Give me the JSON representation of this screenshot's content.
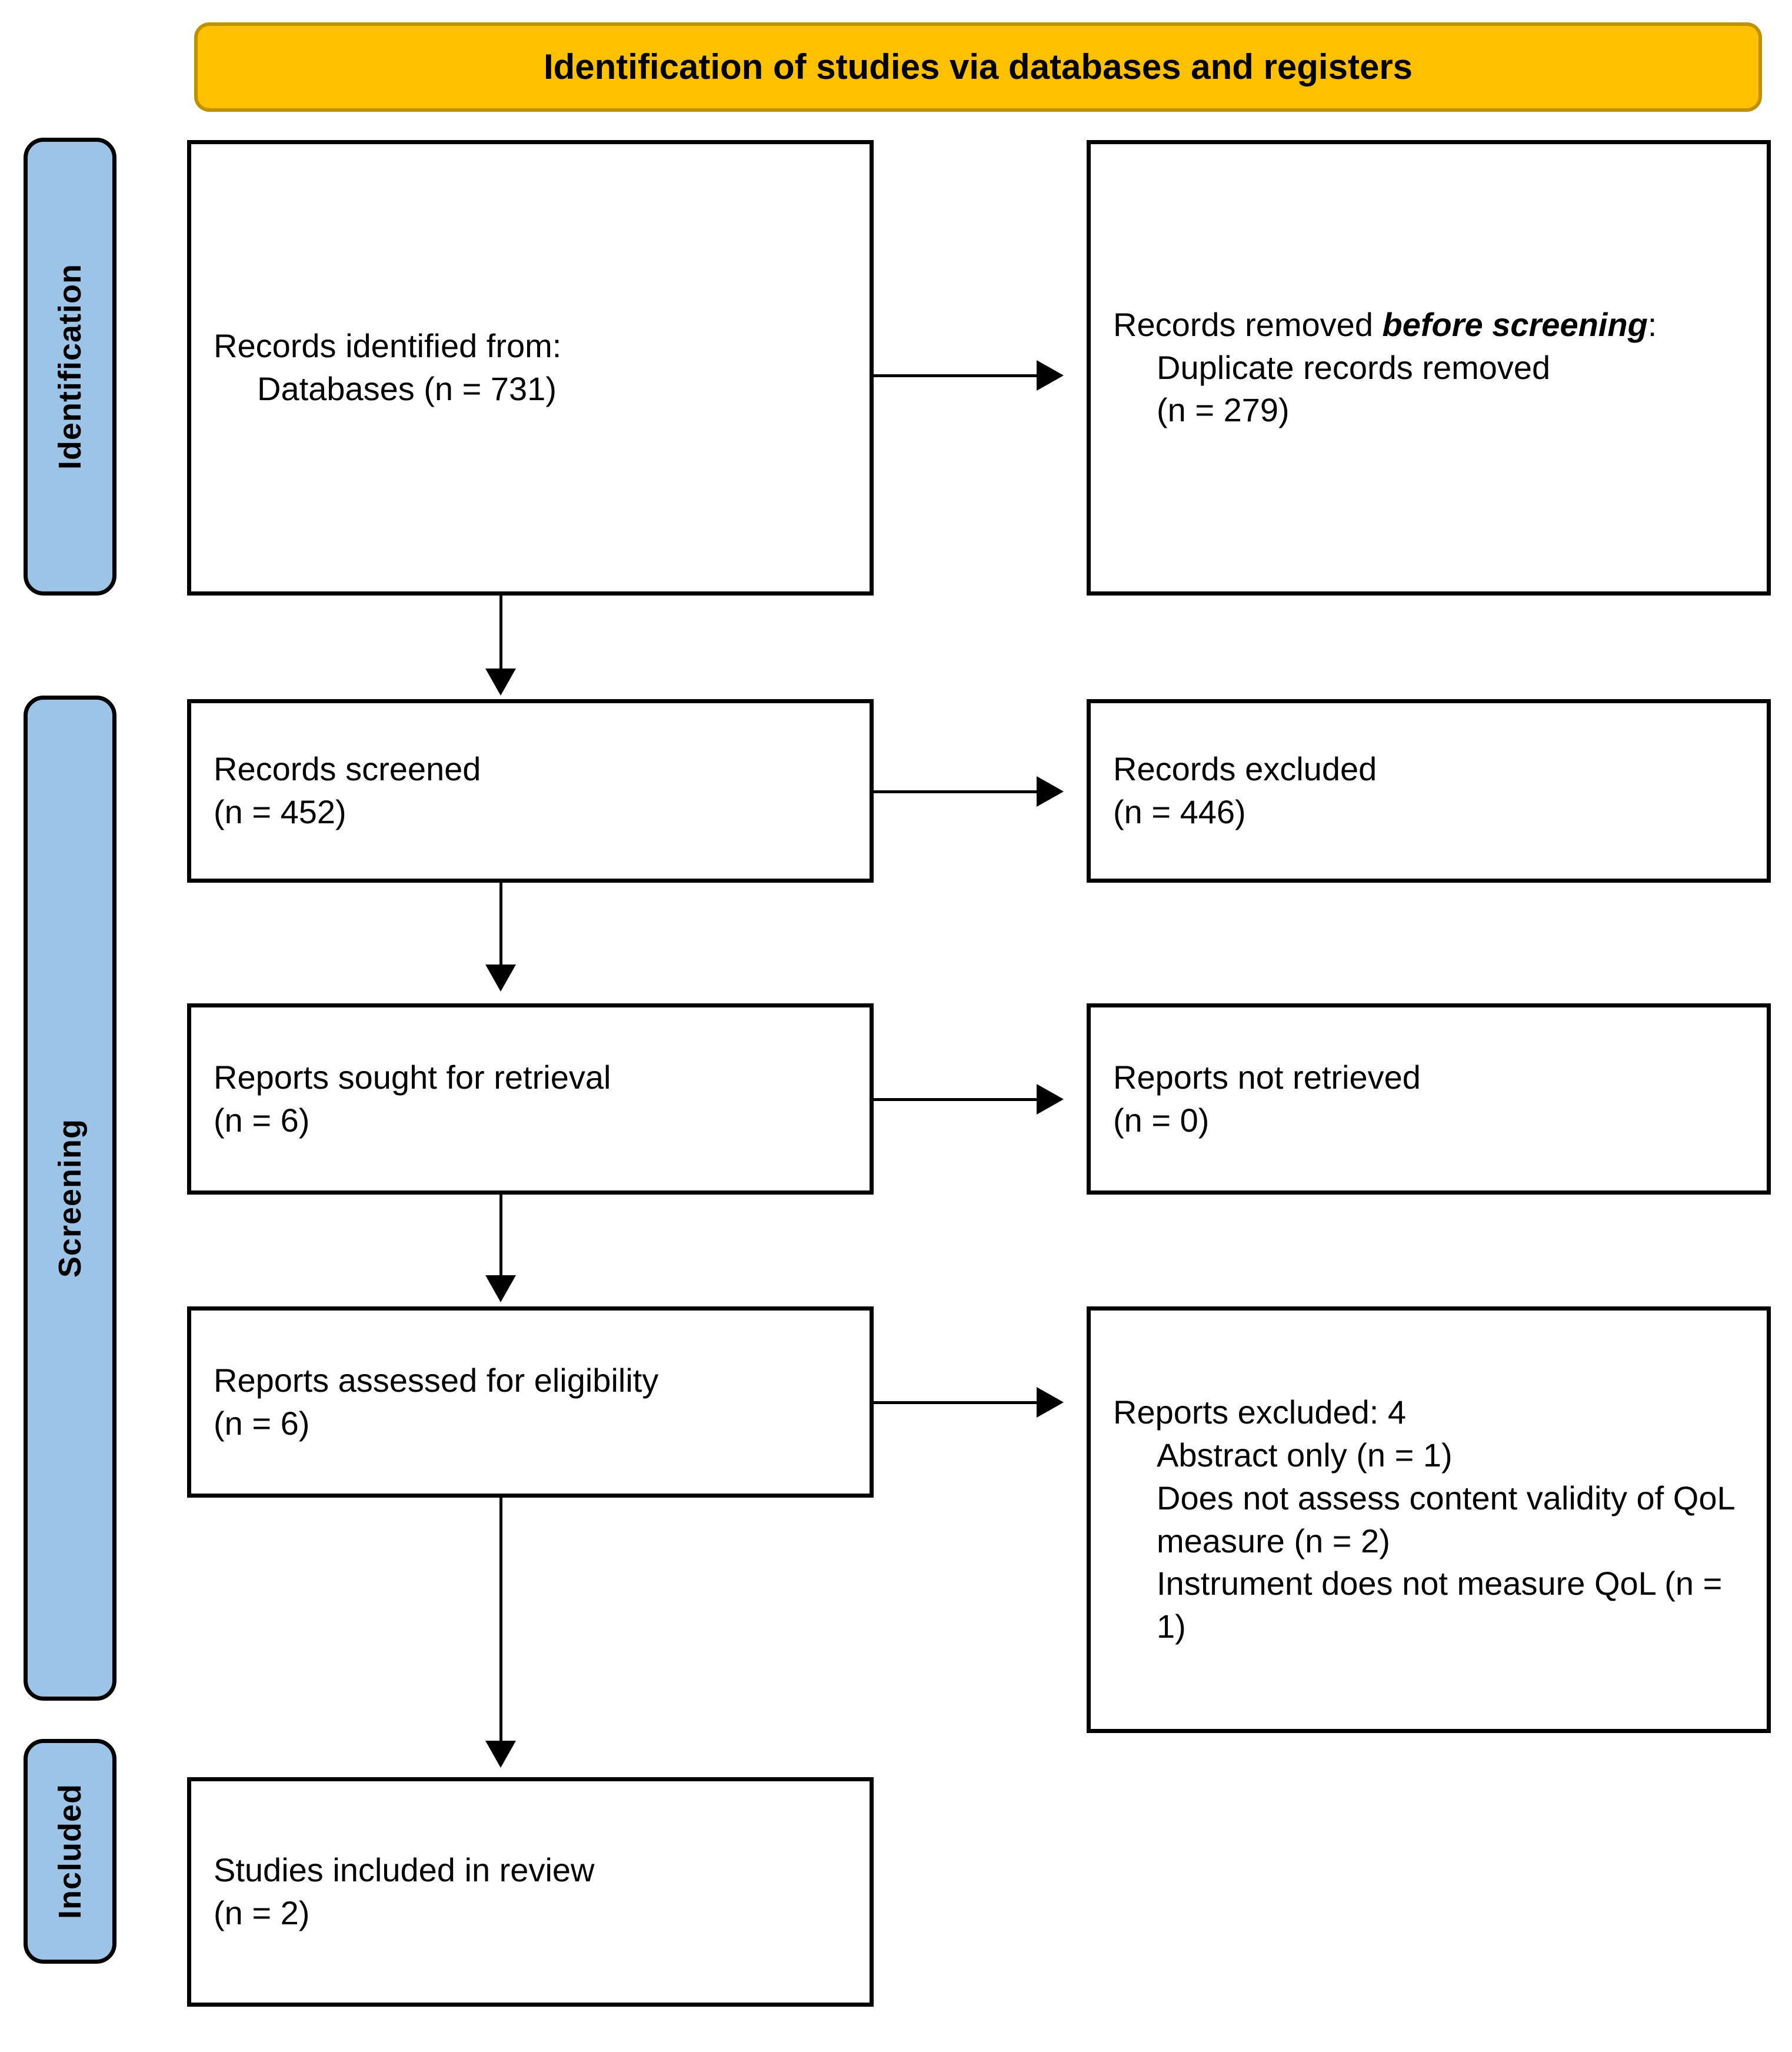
{
  "header": {
    "title": "Identification of studies via databases and registers",
    "fill_color": "#FFC000",
    "border_color": "#BF9000"
  },
  "stages": {
    "identification": "Identification",
    "screening": "Screening",
    "included": "Included",
    "fill_color": "#9DC3E6"
  },
  "boxes": {
    "records_identified": {
      "line1": "Records identified from:",
      "line2": "Databases (n = 731)"
    },
    "records_removed": {
      "line1_a": "Records removed ",
      "line1_b": "before screening",
      "line1_c": ":",
      "line2": "Duplicate records removed",
      "line3": "(n = 279)"
    },
    "records_screened": {
      "line1": "Records screened",
      "line2": "(n = 452)"
    },
    "records_excluded": {
      "line1": "Records excluded",
      "line2": "(n = 446)"
    },
    "reports_sought": {
      "line1": "Reports sought for retrieval",
      "line2": "(n = 6)"
    },
    "reports_not_retrieved": {
      "line1": "Reports not retrieved",
      "line2": "(n = 0)"
    },
    "reports_assessed": {
      "line1": "Reports assessed for eligibility",
      "line2": "(n = 6)"
    },
    "reports_excluded": {
      "line1": "Reports excluded: 4",
      "line2": "Abstract only (n = 1)",
      "line3": "Does not assess content validity of QoL measure (n = 2)",
      "line4": "Instrument does not measure QoL (n = 1)"
    },
    "studies_included": {
      "line1": "Studies included in review",
      "line2": "(n = 2)"
    }
  },
  "chart_data": {
    "type": "diagram",
    "title": "Identification of studies via databases and registers",
    "nodes": [
      {
        "id": "records_identified",
        "stage": "Identification",
        "column": "left",
        "label": "Records identified from: Databases",
        "n": 731
      },
      {
        "id": "records_removed",
        "stage": "Identification",
        "column": "right",
        "label": "Records removed before screening: Duplicate records removed",
        "n": 279
      },
      {
        "id": "records_screened",
        "stage": "Screening",
        "column": "left",
        "label": "Records screened",
        "n": 452
      },
      {
        "id": "records_excluded",
        "stage": "Screening",
        "column": "right",
        "label": "Records excluded",
        "n": 446
      },
      {
        "id": "reports_sought",
        "stage": "Screening",
        "column": "left",
        "label": "Reports sought for retrieval",
        "n": 6
      },
      {
        "id": "reports_not_retrieved",
        "stage": "Screening",
        "column": "right",
        "label": "Reports not retrieved",
        "n": 0
      },
      {
        "id": "reports_assessed",
        "stage": "Screening",
        "column": "left",
        "label": "Reports assessed for eligibility",
        "n": 6
      },
      {
        "id": "reports_excluded",
        "stage": "Screening",
        "column": "right",
        "label": "Reports excluded",
        "n": 4,
        "reasons": [
          {
            "label": "Abstract only",
            "n": 1
          },
          {
            "label": "Does not assess content validity of QoL measure",
            "n": 2
          },
          {
            "label": "Instrument does not measure QoL",
            "n": 1
          }
        ]
      },
      {
        "id": "studies_included",
        "stage": "Included",
        "column": "left",
        "label": "Studies included in review",
        "n": 2
      }
    ],
    "edges": [
      {
        "from": "records_identified",
        "to": "records_removed",
        "direction": "right"
      },
      {
        "from": "records_identified",
        "to": "records_screened",
        "direction": "down"
      },
      {
        "from": "records_screened",
        "to": "records_excluded",
        "direction": "right"
      },
      {
        "from": "records_screened",
        "to": "reports_sought",
        "direction": "down"
      },
      {
        "from": "reports_sought",
        "to": "reports_not_retrieved",
        "direction": "right"
      },
      {
        "from": "reports_sought",
        "to": "reports_assessed",
        "direction": "down"
      },
      {
        "from": "reports_assessed",
        "to": "reports_excluded",
        "direction": "right"
      },
      {
        "from": "reports_assessed",
        "to": "studies_included",
        "direction": "down"
      }
    ]
  }
}
